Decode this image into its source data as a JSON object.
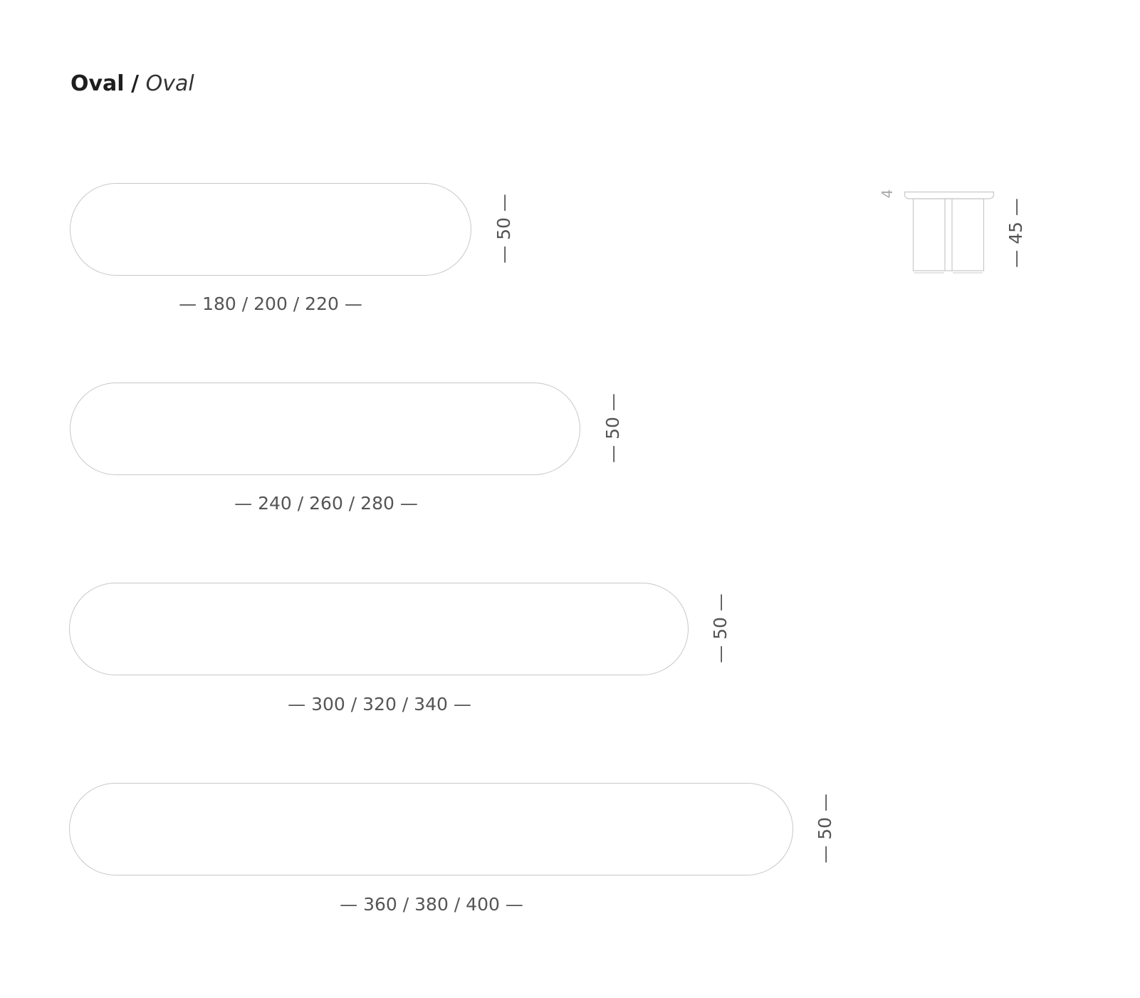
{
  "title": {
    "bold": "Oval",
    "separator": "/",
    "alt": "Oval"
  },
  "tables": [
    {
      "width_label": "— 180 / 200 / 220 —",
      "depth_label": "— 50 —"
    },
    {
      "width_label": "— 240 / 260 / 280 —",
      "depth_label": "— 50 —"
    },
    {
      "width_label": "— 300 / 320 / 340 —",
      "depth_label": "— 50 —"
    },
    {
      "width_label": "— 360 / 380 / 400 —",
      "depth_label": "— 50 —"
    }
  ],
  "side_view": {
    "top_thickness_label": "4",
    "height_label": "— 45 —"
  },
  "colors": {
    "outline": "#c8c8c8",
    "text": "#555555",
    "title": "#1e1e1e",
    "minor_text": "#aaaaaa"
  }
}
